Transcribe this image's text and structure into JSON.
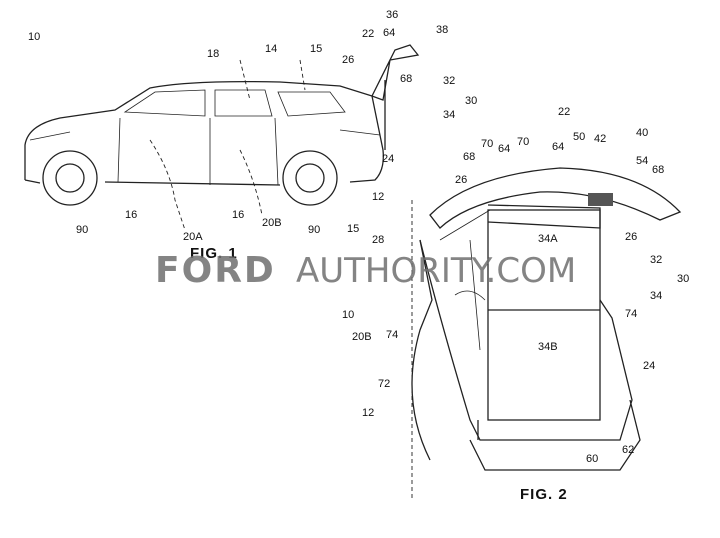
{
  "figures": {
    "fig1": "FIG. 1",
    "fig2": "FIG. 2"
  },
  "watermark": {
    "brand": "FORD",
    "rest": "AUTHORITY.COM"
  },
  "fig1_labels": [
    "10",
    "18",
    "14",
    "15",
    "22",
    "64",
    "36",
    "38",
    "26",
    "68",
    "32",
    "30",
    "34",
    "24",
    "12",
    "20A",
    "16",
    "16",
    "20B",
    "90",
    "90"
  ],
  "fig2_labels": [
    "22",
    "70",
    "64",
    "70",
    "64",
    "50",
    "42",
    "40",
    "54",
    "68",
    "68",
    "26",
    "26",
    "15",
    "28",
    "34A",
    "32",
    "30",
    "34",
    "10",
    "20B",
    "74",
    "74",
    "34B",
    "24",
    "72",
    "12",
    "60",
    "62"
  ]
}
